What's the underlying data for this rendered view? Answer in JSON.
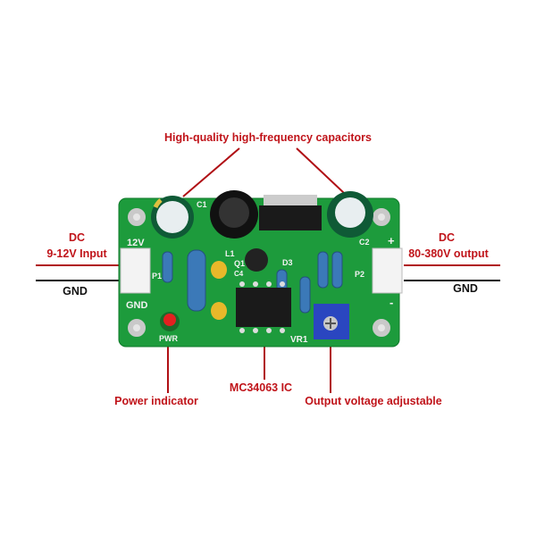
{
  "annotations": {
    "capacitors": "High-quality high-frequency capacitors",
    "input_dc": "DC",
    "input_range": "9-12V Input",
    "input_gnd": "GND",
    "output_dc": "DC",
    "output_range": "80-380V output",
    "output_gnd": "GND",
    "power_indicator": "Power indicator",
    "ic": "MC34063 IC",
    "adjust": "Output voltage adjustable"
  },
  "silkscreen": {
    "v12": "12V",
    "gnd": "GND",
    "p1": "P1",
    "pwr": "PWR",
    "c1": "C1",
    "l1": "L1",
    "q1": "Q1",
    "c4": "C4",
    "d3": "D3",
    "c2": "C2",
    "plus": "+",
    "minus": "-",
    "p2": "P2",
    "vr1": "VR1"
  },
  "colors": {
    "annotation": "#c0141a",
    "pcb": "#1a9a3a"
  }
}
